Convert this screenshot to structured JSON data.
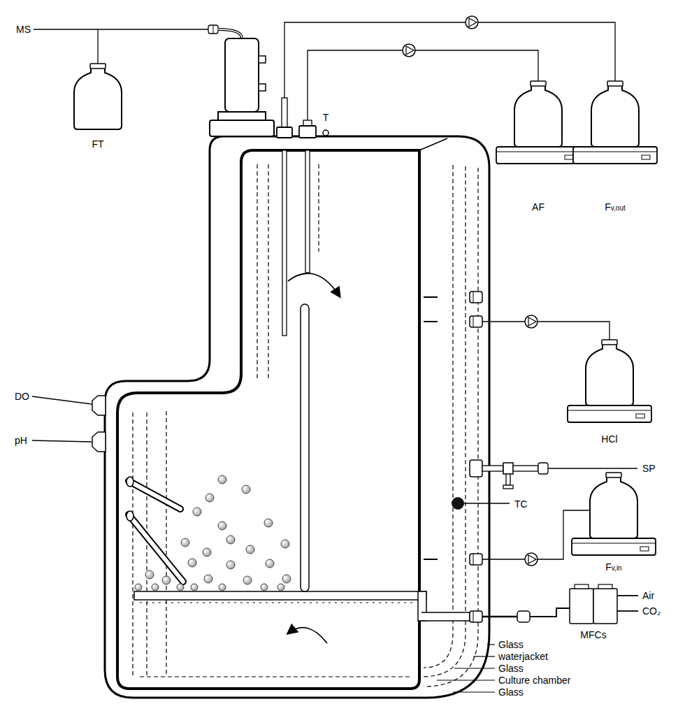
{
  "diagram": {
    "labels": [
      "MS",
      "FT",
      "T",
      "AF",
      "Fv,out",
      "DO",
      "pH",
      "HCl",
      "SP",
      "TC",
      "Fv,in",
      "MFCs",
      "Air",
      "CO₂",
      "Glass",
      "waterjacket",
      "Glass",
      "Culture chamber",
      "Glass"
    ]
  }
}
